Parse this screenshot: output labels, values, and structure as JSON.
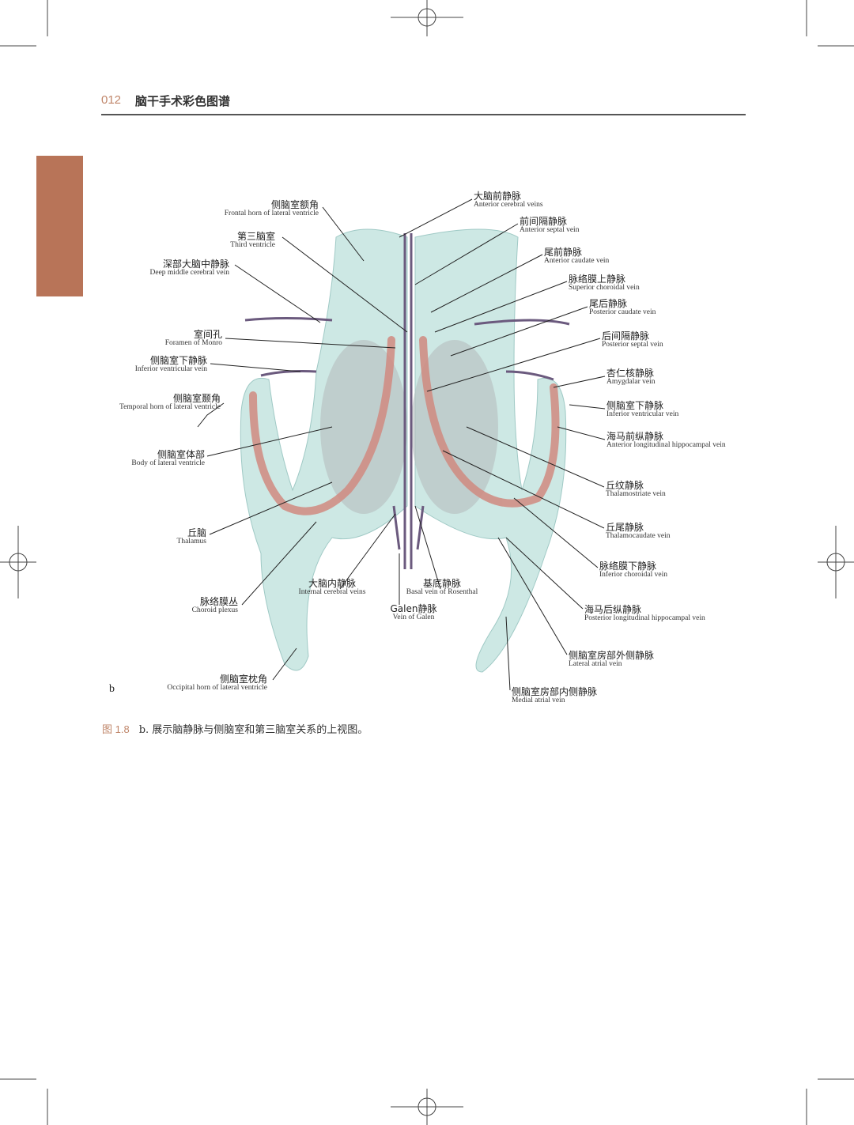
{
  "header": {
    "page_number": "012",
    "book_title": "脑干手术彩色图谱"
  },
  "figure": {
    "panel_letter": "b",
    "labels_left": [
      {
        "cn": "侧脑室额角",
        "en": "Frontal horn of lateral ventricle"
      },
      {
        "cn": "第三脑室",
        "en": "Third ventricle"
      },
      {
        "cn": "深部大脑中静脉",
        "en": "Deep middle cerebral vein"
      },
      {
        "cn": "室间孔",
        "en": "Foramen of Monro"
      },
      {
        "cn": "侧脑室下静脉",
        "en": "Inferior ventricular vein"
      },
      {
        "cn": "侧脑室颞角",
        "en": "Temporal horn of lateral ventricle"
      },
      {
        "cn": "侧脑室体部",
        "en": "Body of lateral ventricle"
      },
      {
        "cn": "丘脑",
        "en": "Thalamus"
      },
      {
        "cn": "脉络膜丛",
        "en": "Choroid plexus"
      },
      {
        "cn": "侧脑室枕角",
        "en": "Occipital horn of lateral ventricle"
      }
    ],
    "labels_center": [
      {
        "cn": "大脑内静脉",
        "en": "Internal cerebral veins"
      },
      {
        "cn": "基底静脉",
        "en": "Basal vein of Rosenthal"
      },
      {
        "cn": "Galen静脉",
        "en": "Vein of Galen"
      }
    ],
    "labels_right": [
      {
        "cn": "大脑前静脉",
        "en": "Anterior cerebral veins"
      },
      {
        "cn": "前间隔静脉",
        "en": "Anterior septal vein"
      },
      {
        "cn": "尾前静脉",
        "en": "Anterior caudate vein"
      },
      {
        "cn": "脉络膜上静脉",
        "en": "Superior choroidal vein"
      },
      {
        "cn": "尾后静脉",
        "en": "Posterior caudate vein"
      },
      {
        "cn": "后间隔静脉",
        "en": "Posterior septal vein"
      },
      {
        "cn": "杏仁核静脉",
        "en": "Amygdalar vein"
      },
      {
        "cn": "侧脑室下静脉",
        "en": "Inferior ventricular vein"
      },
      {
        "cn": "海马前纵静脉",
        "en": "Anterior longitudinal hippocampal vein"
      },
      {
        "cn": "丘纹静脉",
        "en": "Thalamostriate vein"
      },
      {
        "cn": "丘尾静脉",
        "en": "Thalamocaudate vein"
      },
      {
        "cn": "脉络膜下静脉",
        "en": "Inferior choroidal vein"
      },
      {
        "cn": "海马后纵静脉",
        "en": "Posterior longitudinal hippocampal vein"
      },
      {
        "cn": "侧脑室房部外侧静脉",
        "en": "Lateral atrial vein"
      },
      {
        "cn": "侧脑室房部内侧静脉",
        "en": "Medial atrial vein"
      }
    ]
  },
  "caption": {
    "figure_number": "图 1.8",
    "text": "b. 展示脑静脉与侧脑室和第三脑室关系的上视图。"
  },
  "colors": {
    "accent": "#c0866a",
    "side_tab": "#b87458",
    "ventricle": "#bfe0dc",
    "vein": "#6b5a7e",
    "choroid": "#d08a80"
  }
}
